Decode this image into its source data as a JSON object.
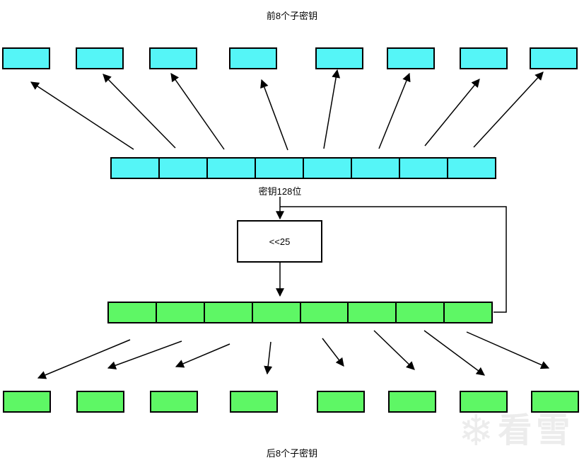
{
  "diagram": {
    "top_title": "前8个子密钥",
    "key_bar_label": "密钥128位",
    "shift_box_label": "<<25",
    "bottom_title": "后8个子密钥",
    "top_subkey_box_count": 8,
    "bottom_subkey_box_count": 8,
    "key_bar_cell_count": 8,
    "shifted_bar_cell_count": 8
  },
  "colors": {
    "subkey_top_fill": "#55F5F7",
    "subkey_bottom_fill": "#5EF765",
    "line": "#000000",
    "watermark": "#ECECEC",
    "background": "#FFFFFF"
  },
  "watermark": {
    "snowflake_glyph": "❄",
    "text": "看雪"
  }
}
